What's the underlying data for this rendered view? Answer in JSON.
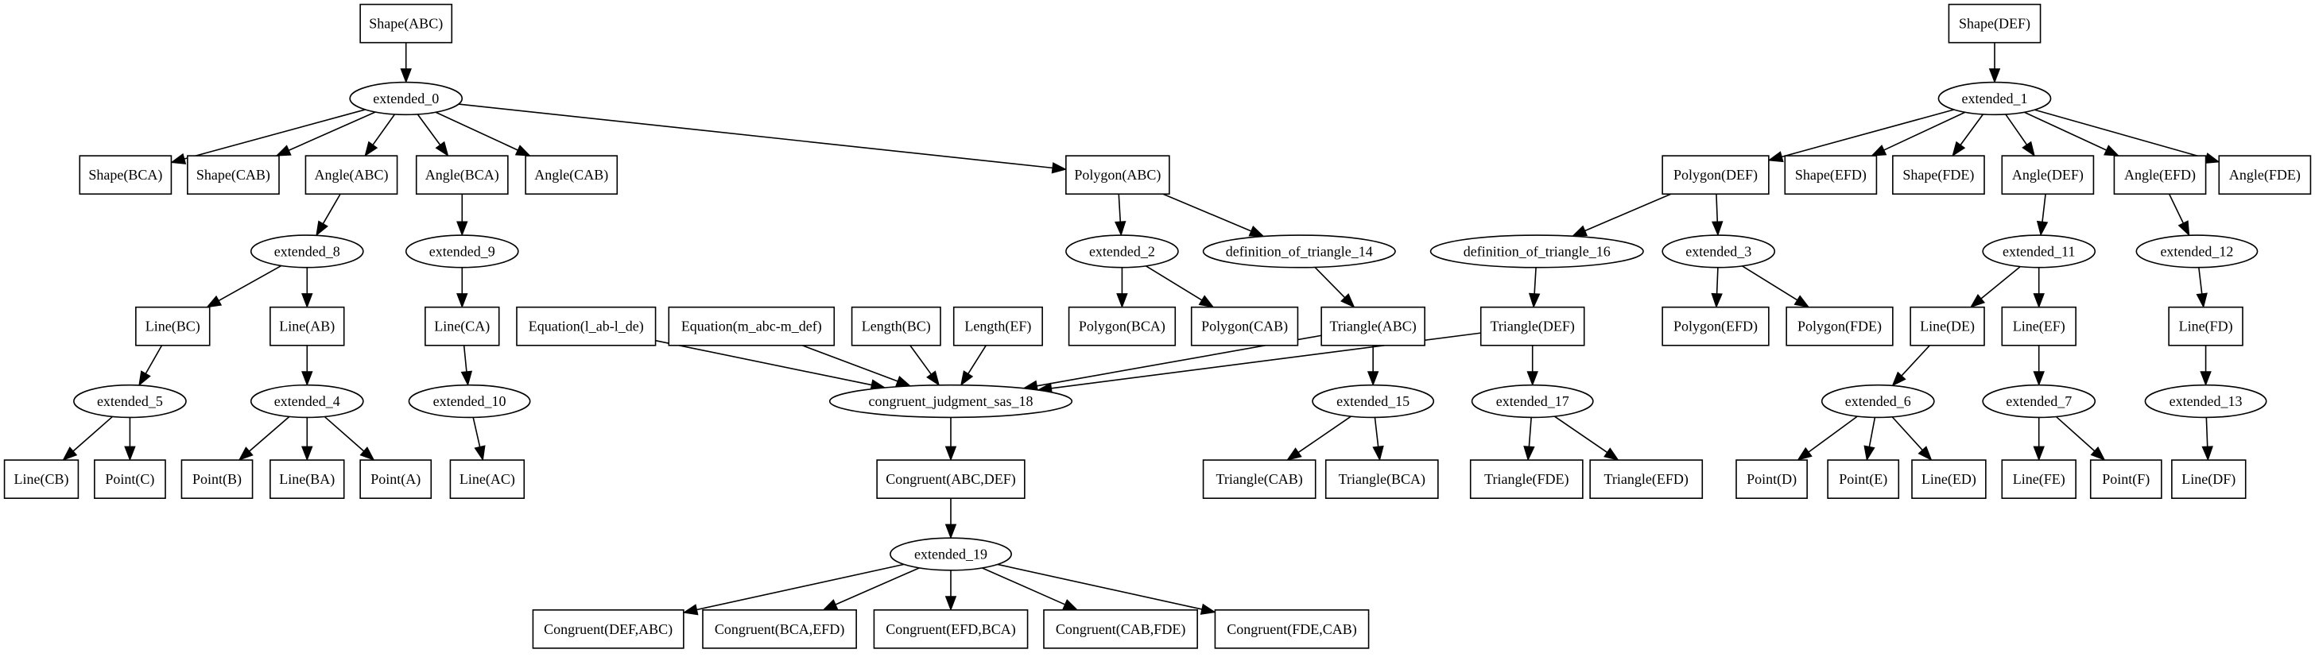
{
  "diagram": {
    "nodes": [
      {
        "id": "n_shape_abc",
        "label": "Shape(ABC)",
        "shape": "box"
      },
      {
        "id": "n_ext0",
        "label": "extended_0",
        "shape": "ellipse"
      },
      {
        "id": "n_shape_bca",
        "label": "Shape(BCA)",
        "shape": "box"
      },
      {
        "id": "n_shape_cab",
        "label": "Shape(CAB)",
        "shape": "box"
      },
      {
        "id": "n_angle_abc",
        "label": "Angle(ABC)",
        "shape": "box"
      },
      {
        "id": "n_angle_bca",
        "label": "Angle(BCA)",
        "shape": "box"
      },
      {
        "id": "n_angle_cab",
        "label": "Angle(CAB)",
        "shape": "box"
      },
      {
        "id": "n_polygon_abc",
        "label": "Polygon(ABC)",
        "shape": "box"
      },
      {
        "id": "n_ext8",
        "label": "extended_8",
        "shape": "ellipse"
      },
      {
        "id": "n_ext9",
        "label": "extended_9",
        "shape": "ellipse"
      },
      {
        "id": "n_line_bc",
        "label": "Line(BC)",
        "shape": "box"
      },
      {
        "id": "n_line_ab",
        "label": "Line(AB)",
        "shape": "box"
      },
      {
        "id": "n_line_ca",
        "label": "Line(CA)",
        "shape": "box"
      },
      {
        "id": "n_ext5",
        "label": "extended_5",
        "shape": "ellipse"
      },
      {
        "id": "n_ext4",
        "label": "extended_4",
        "shape": "ellipse"
      },
      {
        "id": "n_ext10",
        "label": "extended_10",
        "shape": "ellipse"
      },
      {
        "id": "n_line_cb",
        "label": "Line(CB)",
        "shape": "box"
      },
      {
        "id": "n_point_c",
        "label": "Point(C)",
        "shape": "box"
      },
      {
        "id": "n_point_b",
        "label": "Point(B)",
        "shape": "box"
      },
      {
        "id": "n_line_ba",
        "label": "Line(BA)",
        "shape": "box"
      },
      {
        "id": "n_point_a",
        "label": "Point(A)",
        "shape": "box"
      },
      {
        "id": "n_line_ac",
        "label": "Line(AC)",
        "shape": "box"
      },
      {
        "id": "n_eq_lab",
        "label": "Equation(l_ab-l_de)",
        "shape": "box"
      },
      {
        "id": "n_eq_mabc",
        "label": "Equation(m_abc-m_def)",
        "shape": "box"
      },
      {
        "id": "n_length_bc",
        "label": "Length(BC)",
        "shape": "box"
      },
      {
        "id": "n_length_ef",
        "label": "Length(EF)",
        "shape": "box"
      },
      {
        "id": "n_cj18",
        "label": "congruent_judgment_sas_18",
        "shape": "ellipse"
      },
      {
        "id": "n_cong_abc_def",
        "label": "Congruent(ABC,DEF)",
        "shape": "box"
      },
      {
        "id": "n_ext19",
        "label": "extended_19",
        "shape": "ellipse"
      },
      {
        "id": "n_cong_def_abc",
        "label": "Congruent(DEF,ABC)",
        "shape": "box"
      },
      {
        "id": "n_cong_bca_efd",
        "label": "Congruent(BCA,EFD)",
        "shape": "box"
      },
      {
        "id": "n_cong_efd_bca",
        "label": "Congruent(EFD,BCA)",
        "shape": "box"
      },
      {
        "id": "n_cong_cab_fde",
        "label": "Congruent(CAB,FDE)",
        "shape": "box"
      },
      {
        "id": "n_cong_fde_cab",
        "label": "Congruent(FDE,CAB)",
        "shape": "box"
      },
      {
        "id": "n_ext2",
        "label": "extended_2",
        "shape": "ellipse"
      },
      {
        "id": "n_def_tri14",
        "label": "definition_of_triangle_14",
        "shape": "ellipse"
      },
      {
        "id": "n_polygon_bca",
        "label": "Polygon(BCA)",
        "shape": "box"
      },
      {
        "id": "n_polygon_cab",
        "label": "Polygon(CAB)",
        "shape": "box"
      },
      {
        "id": "n_triangle_abc",
        "label": "Triangle(ABC)",
        "shape": "box"
      },
      {
        "id": "n_ext15",
        "label": "extended_15",
        "shape": "ellipse"
      },
      {
        "id": "n_triangle_cab",
        "label": "Triangle(CAB)",
        "shape": "box"
      },
      {
        "id": "n_triangle_bca",
        "label": "Triangle(BCA)",
        "shape": "box"
      },
      {
        "id": "n_shape_def",
        "label": "Shape(DEF)",
        "shape": "box"
      },
      {
        "id": "n_ext1",
        "label": "extended_1",
        "shape": "ellipse"
      },
      {
        "id": "n_polygon_def",
        "label": "Polygon(DEF)",
        "shape": "box"
      },
      {
        "id": "n_shape_efd",
        "label": "Shape(EFD)",
        "shape": "box"
      },
      {
        "id": "n_shape_fde",
        "label": "Shape(FDE)",
        "shape": "box"
      },
      {
        "id": "n_angle_def",
        "label": "Angle(DEF)",
        "shape": "box"
      },
      {
        "id": "n_angle_efd",
        "label": "Angle(EFD)",
        "shape": "box"
      },
      {
        "id": "n_angle_fde",
        "label": "Angle(FDE)",
        "shape": "box"
      },
      {
        "id": "n_def_tri16",
        "label": "definition_of_triangle_16",
        "shape": "ellipse"
      },
      {
        "id": "n_ext3",
        "label": "extended_3",
        "shape": "ellipse"
      },
      {
        "id": "n_triangle_def",
        "label": "Triangle(DEF)",
        "shape": "box"
      },
      {
        "id": "n_polygon_efd",
        "label": "Polygon(EFD)",
        "shape": "box"
      },
      {
        "id": "n_polygon_fde",
        "label": "Polygon(FDE)",
        "shape": "box"
      },
      {
        "id": "n_ext17",
        "label": "extended_17",
        "shape": "ellipse"
      },
      {
        "id": "n_triangle_fde",
        "label": "Triangle(FDE)",
        "shape": "box"
      },
      {
        "id": "n_triangle_efd",
        "label": "Triangle(EFD)",
        "shape": "box"
      },
      {
        "id": "n_ext11",
        "label": "extended_11",
        "shape": "ellipse"
      },
      {
        "id": "n_ext12",
        "label": "extended_12",
        "shape": "ellipse"
      },
      {
        "id": "n_line_de",
        "label": "Line(DE)",
        "shape": "box"
      },
      {
        "id": "n_line_ef",
        "label": "Line(EF)",
        "shape": "box"
      },
      {
        "id": "n_line_fd",
        "label": "Line(FD)",
        "shape": "box"
      },
      {
        "id": "n_ext6",
        "label": "extended_6",
        "shape": "ellipse"
      },
      {
        "id": "n_ext7",
        "label": "extended_7",
        "shape": "ellipse"
      },
      {
        "id": "n_ext13",
        "label": "extended_13",
        "shape": "ellipse"
      },
      {
        "id": "n_point_d",
        "label": "Point(D)",
        "shape": "box"
      },
      {
        "id": "n_point_e",
        "label": "Point(E)",
        "shape": "box"
      },
      {
        "id": "n_line_ed",
        "label": "Line(ED)",
        "shape": "box"
      },
      {
        "id": "n_line_fe",
        "label": "Line(FE)",
        "shape": "box"
      },
      {
        "id": "n_point_f",
        "label": "Point(F)",
        "shape": "box"
      },
      {
        "id": "n_line_df",
        "label": "Line(DF)",
        "shape": "box"
      }
    ],
    "edges": [
      [
        "n_shape_abc",
        "n_ext0"
      ],
      [
        "n_ext0",
        "n_shape_bca"
      ],
      [
        "n_ext0",
        "n_shape_cab"
      ],
      [
        "n_ext0",
        "n_angle_abc"
      ],
      [
        "n_ext0",
        "n_angle_bca"
      ],
      [
        "n_ext0",
        "n_angle_cab"
      ],
      [
        "n_ext0",
        "n_polygon_abc"
      ],
      [
        "n_angle_abc",
        "n_ext8"
      ],
      [
        "n_angle_bca",
        "n_ext9"
      ],
      [
        "n_ext8",
        "n_line_bc"
      ],
      [
        "n_ext8",
        "n_line_ab"
      ],
      [
        "n_ext9",
        "n_line_ca"
      ],
      [
        "n_line_bc",
        "n_ext5"
      ],
      [
        "n_line_ab",
        "n_ext4"
      ],
      [
        "n_line_ca",
        "n_ext10"
      ],
      [
        "n_ext5",
        "n_line_cb"
      ],
      [
        "n_ext5",
        "n_point_c"
      ],
      [
        "n_ext4",
        "n_point_b"
      ],
      [
        "n_ext4",
        "n_line_ba"
      ],
      [
        "n_ext4",
        "n_point_a"
      ],
      [
        "n_ext10",
        "n_line_ac"
      ],
      [
        "n_eq_lab",
        "n_cj18"
      ],
      [
        "n_eq_mabc",
        "n_cj18"
      ],
      [
        "n_length_bc",
        "n_cj18"
      ],
      [
        "n_length_ef",
        "n_cj18"
      ],
      [
        "n_triangle_abc",
        "n_cj18"
      ],
      [
        "n_triangle_def",
        "n_cj18"
      ],
      [
        "n_cj18",
        "n_cong_abc_def"
      ],
      [
        "n_cong_abc_def",
        "n_ext19"
      ],
      [
        "n_ext19",
        "n_cong_def_abc"
      ],
      [
        "n_ext19",
        "n_cong_bca_efd"
      ],
      [
        "n_ext19",
        "n_cong_efd_bca"
      ],
      [
        "n_ext19",
        "n_cong_cab_fde"
      ],
      [
        "n_ext19",
        "n_cong_fde_cab"
      ],
      [
        "n_polygon_abc",
        "n_ext2"
      ],
      [
        "n_polygon_abc",
        "n_def_tri14"
      ],
      [
        "n_ext2",
        "n_polygon_bca"
      ],
      [
        "n_ext2",
        "n_polygon_cab"
      ],
      [
        "n_def_tri14",
        "n_triangle_abc"
      ],
      [
        "n_triangle_abc",
        "n_ext15"
      ],
      [
        "n_ext15",
        "n_triangle_cab"
      ],
      [
        "n_ext15",
        "n_triangle_bca"
      ],
      [
        "n_shape_def",
        "n_ext1"
      ],
      [
        "n_ext1",
        "n_polygon_def"
      ],
      [
        "n_ext1",
        "n_shape_efd"
      ],
      [
        "n_ext1",
        "n_shape_fde"
      ],
      [
        "n_ext1",
        "n_angle_def"
      ],
      [
        "n_ext1",
        "n_angle_efd"
      ],
      [
        "n_ext1",
        "n_angle_fde"
      ],
      [
        "n_polygon_def",
        "n_def_tri16"
      ],
      [
        "n_polygon_def",
        "n_ext3"
      ],
      [
        "n_def_tri16",
        "n_triangle_def"
      ],
      [
        "n_ext3",
        "n_polygon_efd"
      ],
      [
        "n_ext3",
        "n_polygon_fde"
      ],
      [
        "n_triangle_def",
        "n_ext17"
      ],
      [
        "n_ext17",
        "n_triangle_fde"
      ],
      [
        "n_ext17",
        "n_triangle_efd"
      ],
      [
        "n_angle_def",
        "n_ext11"
      ],
      [
        "n_angle_efd",
        "n_ext12"
      ],
      [
        "n_ext11",
        "n_line_de"
      ],
      [
        "n_ext11",
        "n_line_ef"
      ],
      [
        "n_ext12",
        "n_line_fd"
      ],
      [
        "n_line_de",
        "n_ext6"
      ],
      [
        "n_line_ef",
        "n_ext7"
      ],
      [
        "n_line_fd",
        "n_ext13"
      ],
      [
        "n_ext6",
        "n_point_d"
      ],
      [
        "n_ext6",
        "n_point_e"
      ],
      [
        "n_ext6",
        "n_line_ed"
      ],
      [
        "n_ext7",
        "n_line_fe"
      ],
      [
        "n_ext7",
        "n_point_f"
      ],
      [
        "n_ext13",
        "n_line_df"
      ]
    ]
  }
}
